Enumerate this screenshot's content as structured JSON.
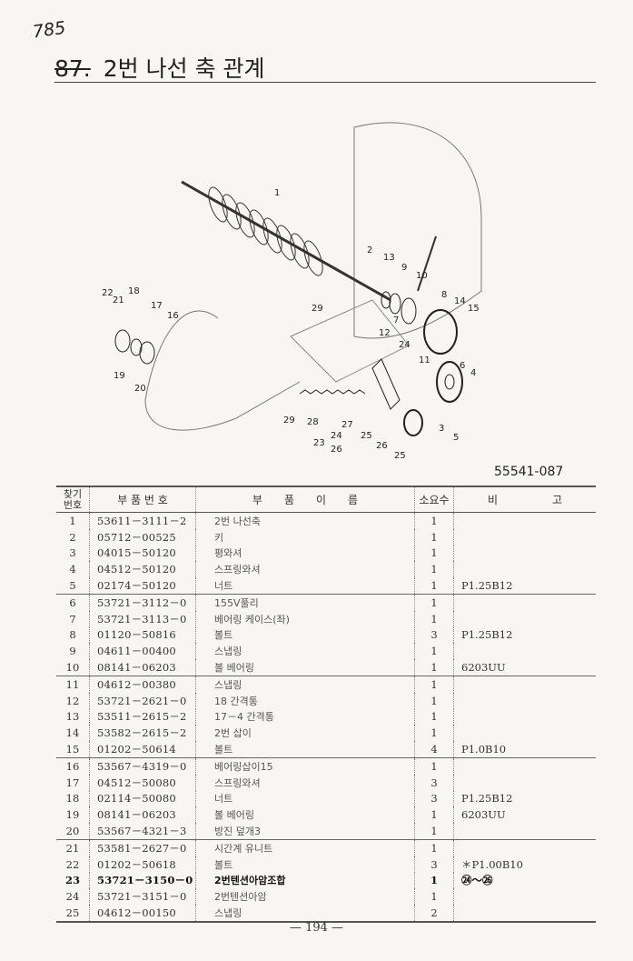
{
  "handwritten_note": "785",
  "title": {
    "number": "87.",
    "text": "2번 나선 축 관계"
  },
  "figure": {
    "code": "55541-087",
    "callouts": [
      "1",
      "2",
      "3",
      "4",
      "5",
      "6",
      "7",
      "8",
      "9",
      "10",
      "11",
      "12",
      "13",
      "14",
      "15",
      "16",
      "17",
      "18",
      "19",
      "20",
      "21",
      "22",
      "23",
      "24",
      "25",
      "25",
      "26",
      "26",
      "27",
      "28",
      "29",
      "29"
    ]
  },
  "table": {
    "headers": {
      "no": "찾기\n번호",
      "part_no": "부 품 번 호",
      "name": "부　　품　　이　　름",
      "qty": "소요수",
      "remark": "비　　　　　고"
    },
    "rows": [
      {
        "no": "1",
        "part_no": "53611－3111－2",
        "name": "2번 나선축",
        "qty": "1",
        "remark": ""
      },
      {
        "no": "2",
        "part_no": "05712－00525",
        "name": "키",
        "qty": "1",
        "remark": ""
      },
      {
        "no": "3",
        "part_no": "04015－50120",
        "name": "평와셔",
        "qty": "1",
        "remark": ""
      },
      {
        "no": "4",
        "part_no": "04512－50120",
        "name": "스프링와셔",
        "qty": "1",
        "remark": ""
      },
      {
        "no": "5",
        "part_no": "02174－50120",
        "name": "너트",
        "qty": "1",
        "remark": "P1.25B12"
      },
      {
        "no": "6",
        "part_no": "53721－3112－0",
        "name": "155V풀리",
        "qty": "1",
        "remark": ""
      },
      {
        "no": "7",
        "part_no": "53721－3113－0",
        "name": "베어링 케이스(좌)",
        "qty": "1",
        "remark": ""
      },
      {
        "no": "8",
        "part_no": "01120－50816",
        "name": "볼트",
        "qty": "3",
        "remark": "P1.25B12"
      },
      {
        "no": "9",
        "part_no": "04611－00400",
        "name": "스냅링",
        "qty": "1",
        "remark": ""
      },
      {
        "no": "10",
        "part_no": "08141－06203",
        "name": "볼 베어링",
        "qty": "1",
        "remark": "6203UU"
      },
      {
        "no": "11",
        "part_no": "04612－00380",
        "name": "스냅링",
        "qty": "1",
        "remark": ""
      },
      {
        "no": "12",
        "part_no": "53721－2621－0",
        "name": "18 간격통",
        "qty": "1",
        "remark": ""
      },
      {
        "no": "13",
        "part_no": "53511－2615－2",
        "name": "17－4 간격통",
        "qty": "1",
        "remark": ""
      },
      {
        "no": "14",
        "part_no": "53582－2615－2",
        "name": "2번 삽이",
        "qty": "1",
        "remark": ""
      },
      {
        "no": "15",
        "part_no": "01202－50614",
        "name": "볼트",
        "qty": "4",
        "remark": "P1.0B10"
      },
      {
        "no": "16",
        "part_no": "53567－4319－0",
        "name": "베어링삽이15",
        "qty": "1",
        "remark": ""
      },
      {
        "no": "17",
        "part_no": "04512－50080",
        "name": "스프링와셔",
        "qty": "3",
        "remark": ""
      },
      {
        "no": "18",
        "part_no": "02114－50080",
        "name": "너트",
        "qty": "3",
        "remark": "P1.25B12"
      },
      {
        "no": "19",
        "part_no": "08141－06203",
        "name": "볼 베어링",
        "qty": "1",
        "remark": "6203UU"
      },
      {
        "no": "20",
        "part_no": "53567－4321－3",
        "name": "방진 덮개3",
        "qty": "1",
        "remark": ""
      },
      {
        "no": "21",
        "part_no": "53581－2627－0",
        "name": "시간계 유니트",
        "qty": "1",
        "remark": ""
      },
      {
        "no": "22",
        "part_no": "01202－50618",
        "name": "볼트",
        "qty": "3",
        "remark": "＊P1.00B10"
      },
      {
        "no": "23",
        "part_no": "53721－3150－0",
        "name": "2번텐션아암조합",
        "qty": "1",
        "remark": "㉔～㉖"
      },
      {
        "no": "24",
        "part_no": "53721－3151－0",
        "name": "2번텐션아암",
        "qty": "1",
        "remark": ""
      },
      {
        "no": "25",
        "part_no": "04612－00150",
        "name": "스냅링",
        "qty": "2",
        "remark": ""
      }
    ]
  },
  "page_number": "— 194 —"
}
